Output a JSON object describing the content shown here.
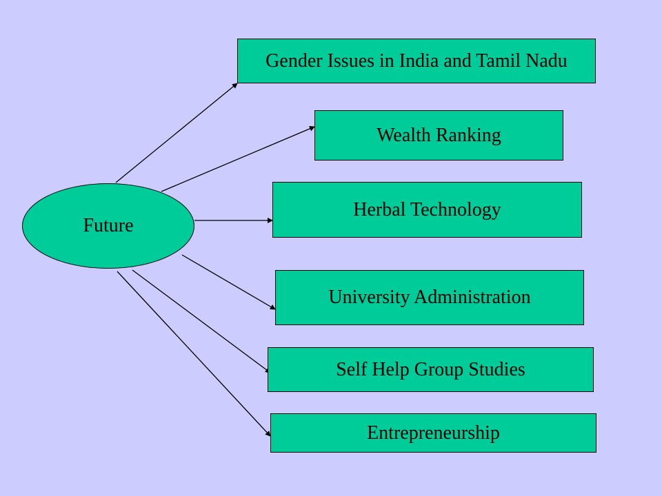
{
  "colors": {
    "background": "#ccccff",
    "node_fill": "#00cc99",
    "line": "#000000",
    "text": "#000000"
  },
  "hub": {
    "label": "Future"
  },
  "topics": [
    {
      "label": "Gender Issues in India and Tamil Nadu"
    },
    {
      "label": "Wealth Ranking"
    },
    {
      "label": "Herbal Technology"
    },
    {
      "label": "University Administration"
    },
    {
      "label": "Self Help Group Studies"
    },
    {
      "label": "Entrepreneurship"
    }
  ]
}
